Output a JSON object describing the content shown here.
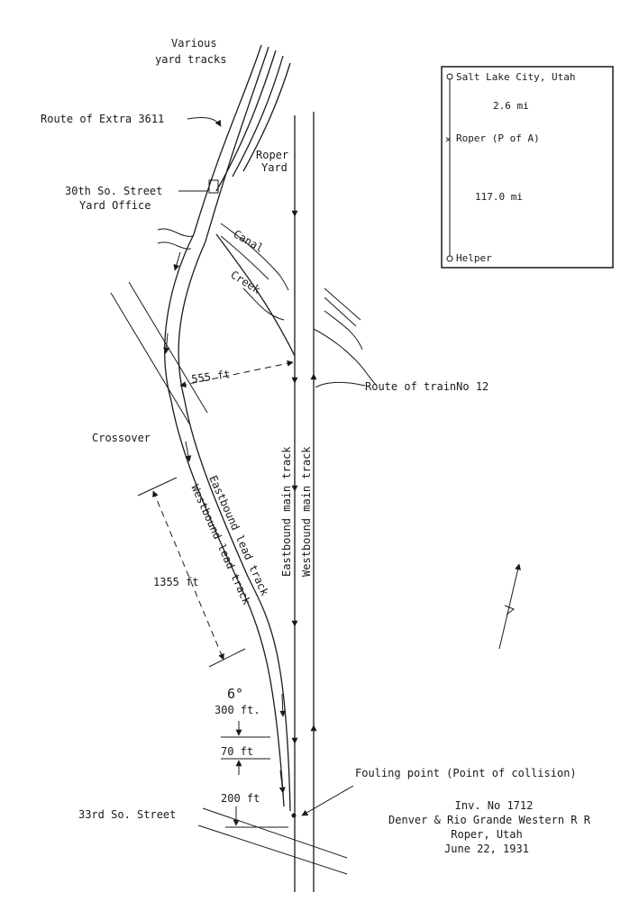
{
  "labels": {
    "various_yard_tracks_1": "Various",
    "various_yard_tracks_2": "yard tracks",
    "route_extra": "Route of Extra 3611",
    "roper_yard_1": "Roper",
    "roper_yard_2": "Yard",
    "yard_office_1": "30th So. Street",
    "yard_office_2": "Yard Office",
    "canal": "Canal",
    "creek": "Creek",
    "dist_555": "555 ft",
    "route_train12": "Route of trainNo 12",
    "crossover": "Crossover",
    "eastbound_main": "Eastbound main track",
    "westbound_main": "Westbound main track",
    "eastbound_lead": "Eastbound lead track",
    "westbound_lead": "Westbound lead track",
    "dist_1355": "1355 ft",
    "curve_deg": "6°",
    "dist_300": "300 ft.",
    "dist_70": "70 ft",
    "dist_200": "200 ft",
    "fouling_point": "Fouling point (Point of collision)",
    "third_street": "33rd So. Street"
  },
  "inset": {
    "slc": "Salt Lake City, Utah",
    "d1": "2.6 mi",
    "roper": "Roper (P of A)",
    "d2": "117.0 mi",
    "helper": "Helper"
  },
  "caption": {
    "inv": "Inv. No 1712",
    "road": "Denver & Rio Grande Western R R",
    "place": "Roper, Utah",
    "date": "June 22, 1931"
  }
}
